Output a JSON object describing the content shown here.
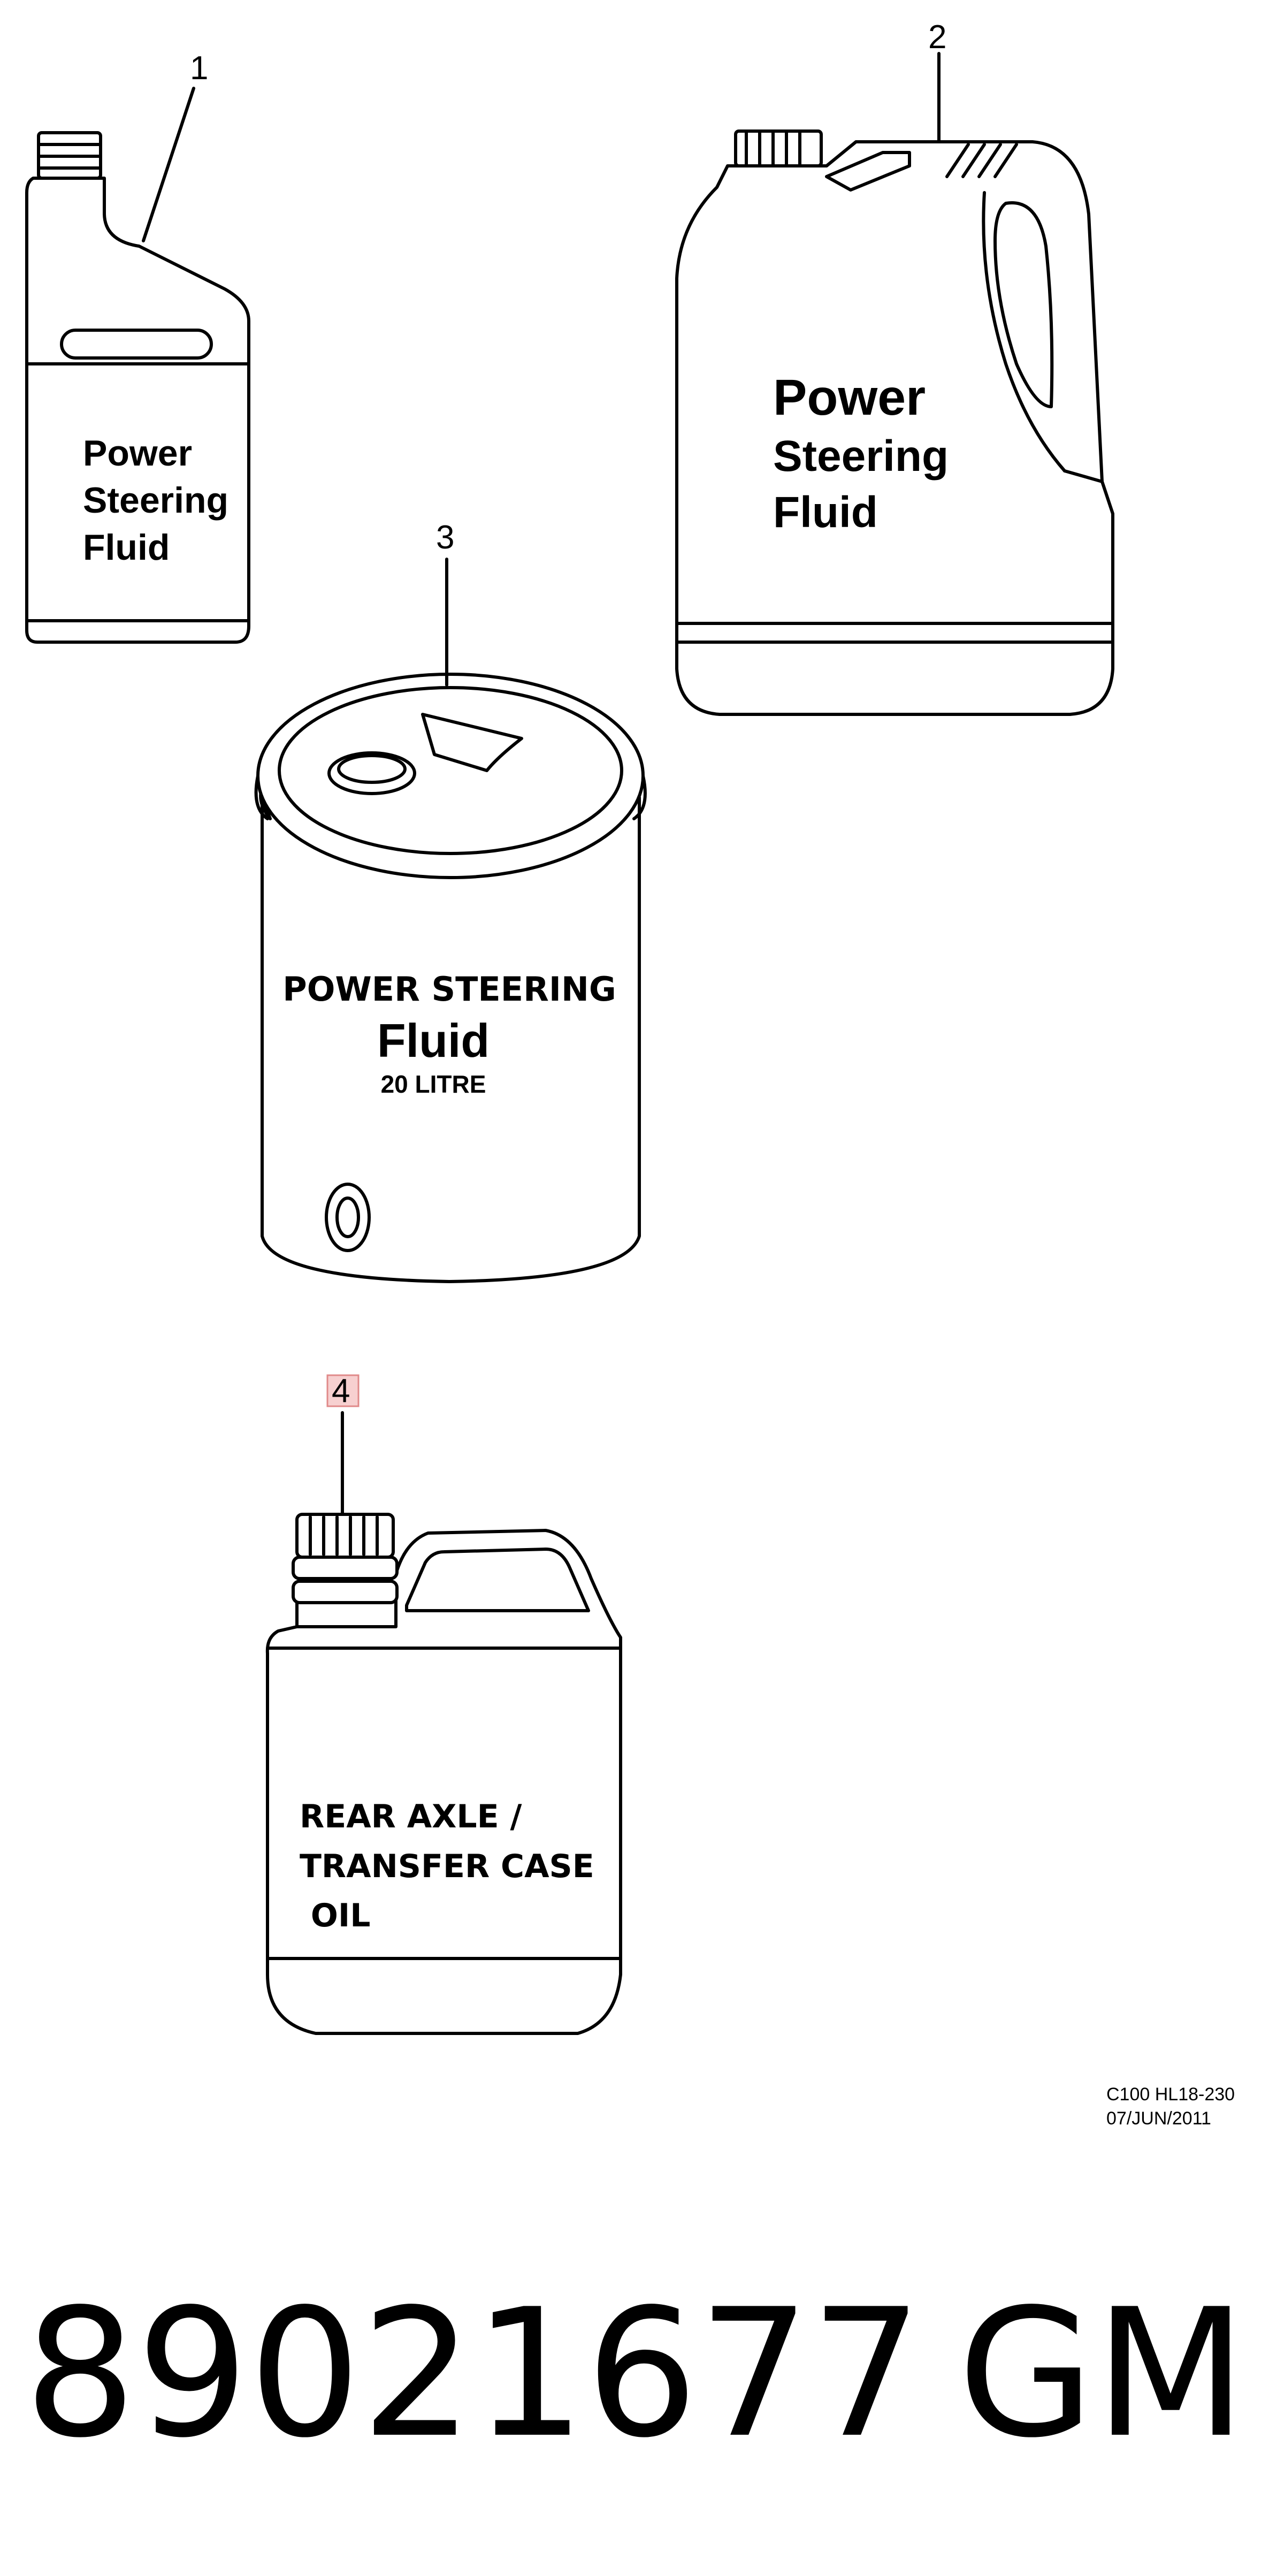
{
  "callouts": [
    "1",
    "2",
    "3",
    "4"
  ],
  "items": {
    "bottle": {
      "label_lines": [
        "Power",
        "Steering",
        "Fluid"
      ]
    },
    "jug": {
      "label_lines": [
        "Power",
        "Steering",
        "Fluid"
      ]
    },
    "drum": {
      "label_lines": [
        "POWER STEERING",
        "Fluid",
        "20 LITRE"
      ]
    },
    "canister": {
      "label_lines": [
        "REAR AXLE /",
        "TRANSFER CASE",
        " OIL"
      ]
    }
  },
  "reference": {
    "code": "C100  HL18-230",
    "date": "07/JUN/2011"
  },
  "footer": {
    "part_number": "89021677",
    "brand": "GM"
  },
  "colors": {
    "line": "#000000",
    "highlight": "#f7d0d0"
  }
}
